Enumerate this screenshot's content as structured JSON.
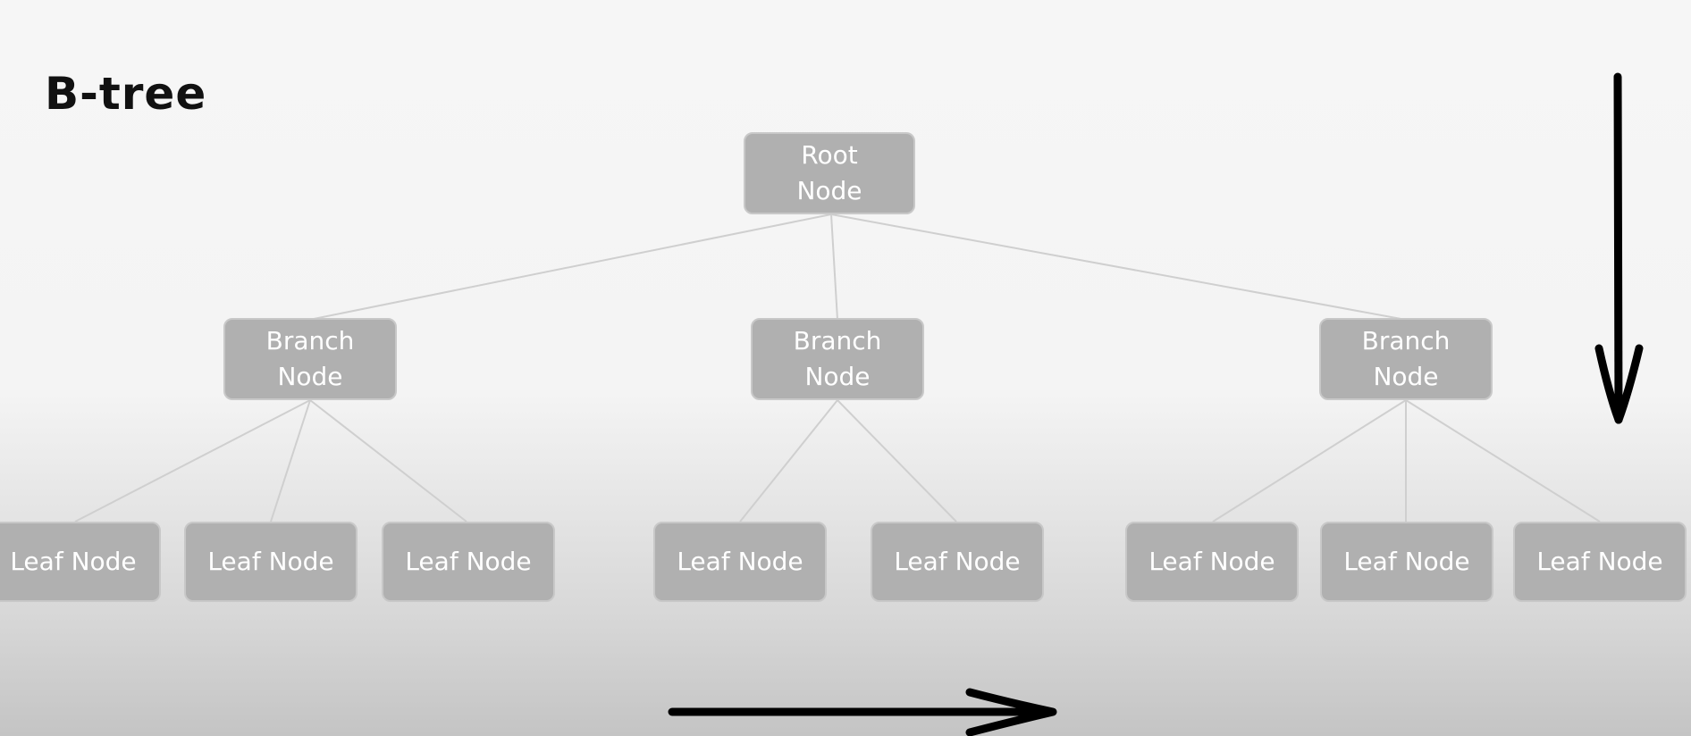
{
  "title": "B-tree",
  "colors": {
    "node_fill": "#b0b0b0",
    "node_text": "#ffffff",
    "edge": "#cfcfcf",
    "arrow": "#000000"
  },
  "root": {
    "line1": "Root",
    "line2": "Node"
  },
  "branches": [
    {
      "line1": "Branch",
      "line2": "Node"
    },
    {
      "line1": "Branch",
      "line2": "Node"
    },
    {
      "line1": "Branch",
      "line2": "Node"
    }
  ],
  "leaves": [
    {
      "label": "Leaf Node"
    },
    {
      "label": "Leaf Node"
    },
    {
      "label": "Leaf Node"
    },
    {
      "label": "Leaf Node"
    },
    {
      "label": "Leaf Node"
    },
    {
      "label": "Leaf Node"
    },
    {
      "label": "Leaf Node"
    },
    {
      "label": "Leaf Node"
    }
  ]
}
